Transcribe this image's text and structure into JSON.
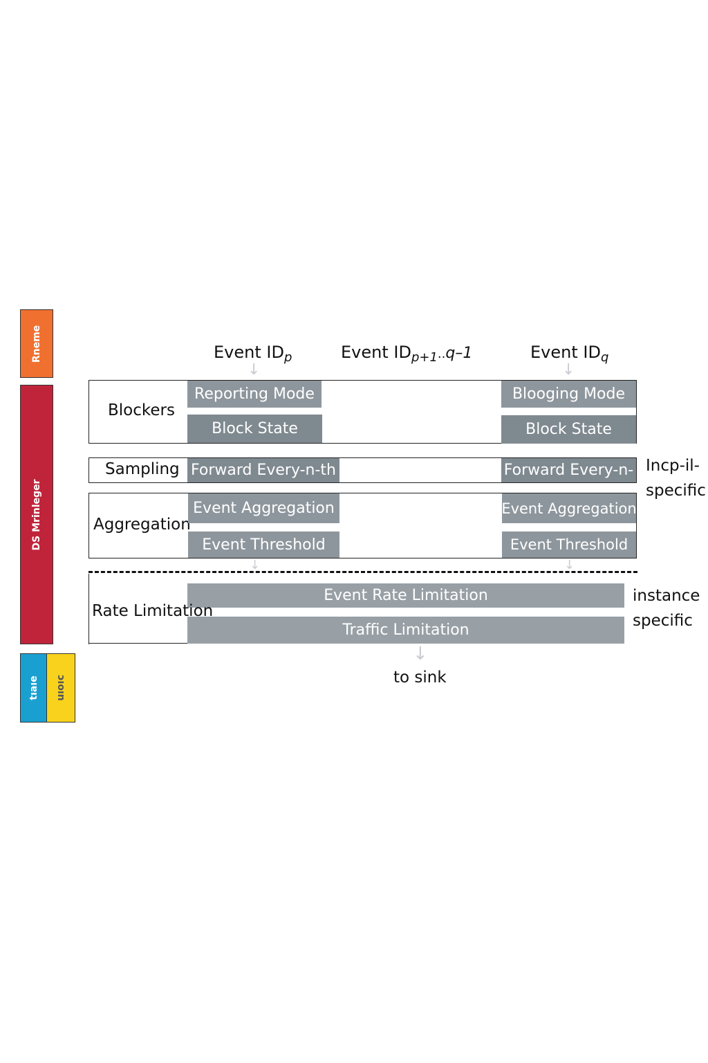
{
  "sidebar": {
    "top_label": "Rneme",
    "middle_label": "DS Mrinleger",
    "bottom_left_label": "tıaıe",
    "bottom_right_label": "ɔıoın",
    "colors": {
      "top": "#f07030",
      "middle": "#c0243a",
      "bottom_left": "#1aa0d0",
      "bottom_right": "#f8d21c"
    }
  },
  "events": {
    "left": {
      "main": "Event ID",
      "sub": "p"
    },
    "middle": {
      "main": "Event ID",
      "sub": "p+1",
      "dots": "..",
      "tail": "q–1"
    },
    "right": {
      "main": "Event ID",
      "sub": "q"
    }
  },
  "stages": {
    "blockers": {
      "label": "Blockers",
      "left_modules": [
        "Reporting Mode",
        "Block State"
      ],
      "right_modules": [
        "Blooging Mode",
        "Block State"
      ]
    },
    "sampling": {
      "label": "Sampling",
      "left_module": "Forward Every-n-th",
      "right_module": "Forward Every-n-"
    },
    "aggregation": {
      "label": "Aggregation",
      "left_modules": [
        "Event Aggregation",
        "Event Threshold"
      ],
      "right_modules": [
        "Event Aggregation",
        "Event Threshold"
      ]
    },
    "rate_limitation": {
      "label": "Rate Limitation",
      "modules": [
        "Event Rate Limitation",
        "Traffic Limitation"
      ]
    }
  },
  "notes": {
    "upper": [
      "Incp-il-",
      "specific"
    ],
    "lower": [
      "instance",
      "specific"
    ]
  },
  "sink_label": "to sink",
  "colors": {
    "module": "#8e969d",
    "frame": "#222222",
    "arrow": "#c9ccd0"
  }
}
